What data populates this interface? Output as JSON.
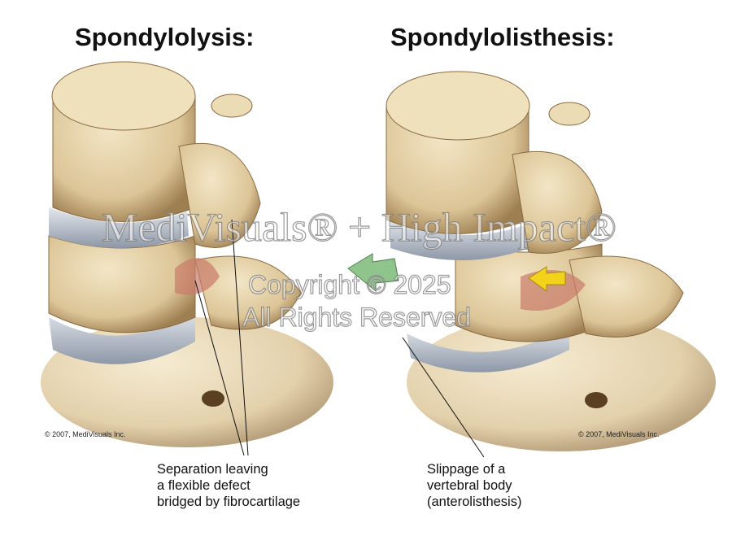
{
  "left_panel": {
    "title": "Spondylolysis:",
    "copyright": "© 2007, MediVisuals Inc.",
    "caption": [
      "Separation leaving",
      "a flexible defect",
      "bridged by fibrocartilage"
    ]
  },
  "right_panel": {
    "title": "Spondylolisthesis:",
    "copyright": "© 2007, MediVisuals Inc.",
    "caption": [
      "Slippage of a",
      "vertebral body",
      "(anterolisthesis)"
    ]
  },
  "watermark": {
    "line1": "MediVisuals® + High Impact®",
    "line2": "Copyright © 2025",
    "line3": "All Rights Reserved"
  },
  "colors": {
    "bone": "#e3cfa3",
    "bone_shade": "#a98a5c",
    "disc": "#b7c0cc",
    "arrow_green": "#8fc48c",
    "arrow_yellow": "#f3d21c"
  }
}
